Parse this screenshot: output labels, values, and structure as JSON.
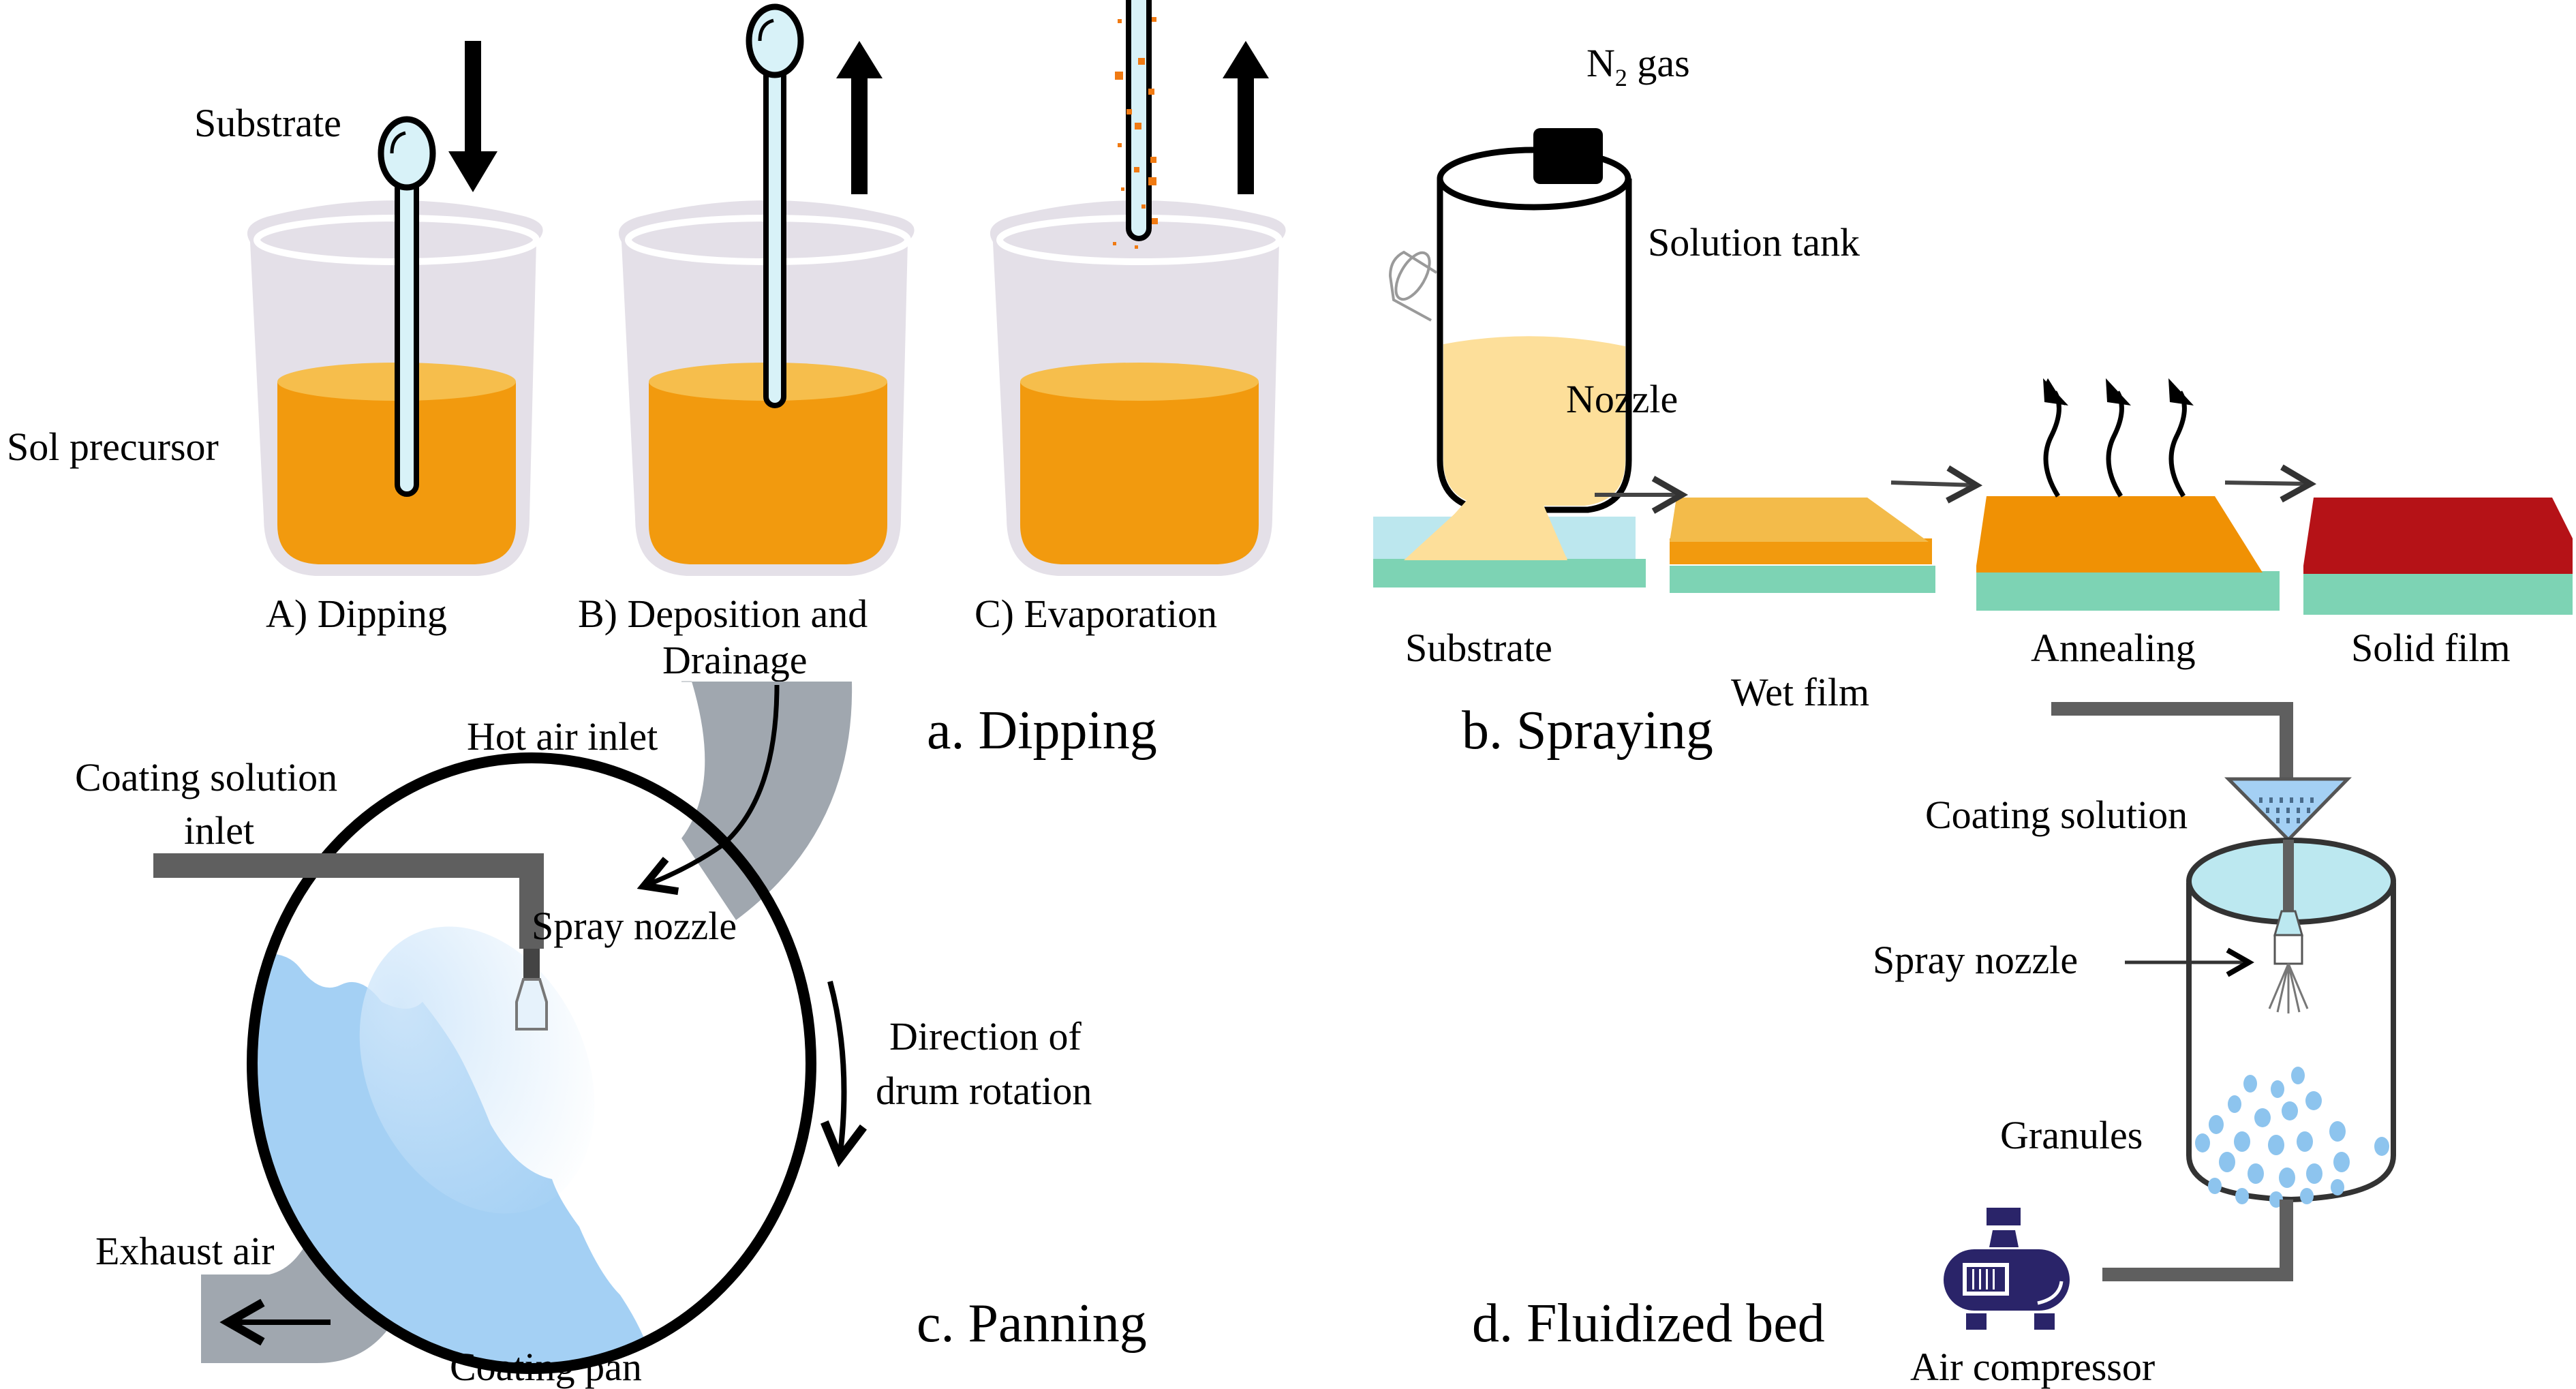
{
  "panels": {
    "dipping": {
      "title": "a. Dipping",
      "labels": {
        "substrate": "Substrate",
        "sol_precursor": "Sol precursor"
      },
      "steps": [
        {
          "label": "A) Dipping",
          "direction": "down"
        },
        {
          "label_line1": "B) Deposition and",
          "label_line2": "Drainage",
          "direction": "up"
        },
        {
          "label": "C) Evaporation",
          "direction": "up"
        }
      ]
    },
    "spraying": {
      "title": "b. Spraying",
      "labels": {
        "gas_main": "N",
        "gas_sub": "2",
        "gas_suffix": " gas",
        "solution_tank": "Solution tank",
        "nozzle": "Nozzle",
        "substrate": "Substrate",
        "wet_film": "Wet film",
        "annealing": "Annealing",
        "solid_film": "Solid film"
      }
    },
    "panning": {
      "title": "c. Panning",
      "labels": {
        "hot_air_inlet": "Hot air inlet",
        "coating_solution_inlet_line1": "Coating solution",
        "coating_solution_inlet_line2": "inlet",
        "spray_nozzle": "Spray nozzle",
        "rotation_line1": "Direction of",
        "rotation_line2": "drum rotation",
        "exhaust_air": "Exhaust air",
        "coating_pan": "Coating pan"
      }
    },
    "fluidized_bed": {
      "title": "d. Fluidized bed",
      "labels": {
        "coating_solution": "Coating solution",
        "spray_nozzle": "Spray nozzle",
        "granules": "Granules",
        "air_compressor": "Air compressor"
      }
    }
  },
  "colors": {
    "sol_orange": "#F29A0E",
    "sol_surface": "#F6BE4C",
    "beaker_glass": "#E4E0E8",
    "substrate_rod": "#D8F2F8",
    "tank_liquid": "#FDDF9A",
    "substrate_blue": "#BCE7EE",
    "substrate_green": "#7DD3B4",
    "wet_film_top": "#F3BB4A",
    "annealing_orange": "#F09104",
    "solid_film_red": "#B51217",
    "duct_gray": "#A0A7AF",
    "pipe_gray": "#5F5F5F",
    "coating_blue": "#A4D0F4",
    "column_top": "#BCE8F0",
    "granule_blue": "#8DC4EE",
    "compressor_navy": "#2A2469"
  }
}
